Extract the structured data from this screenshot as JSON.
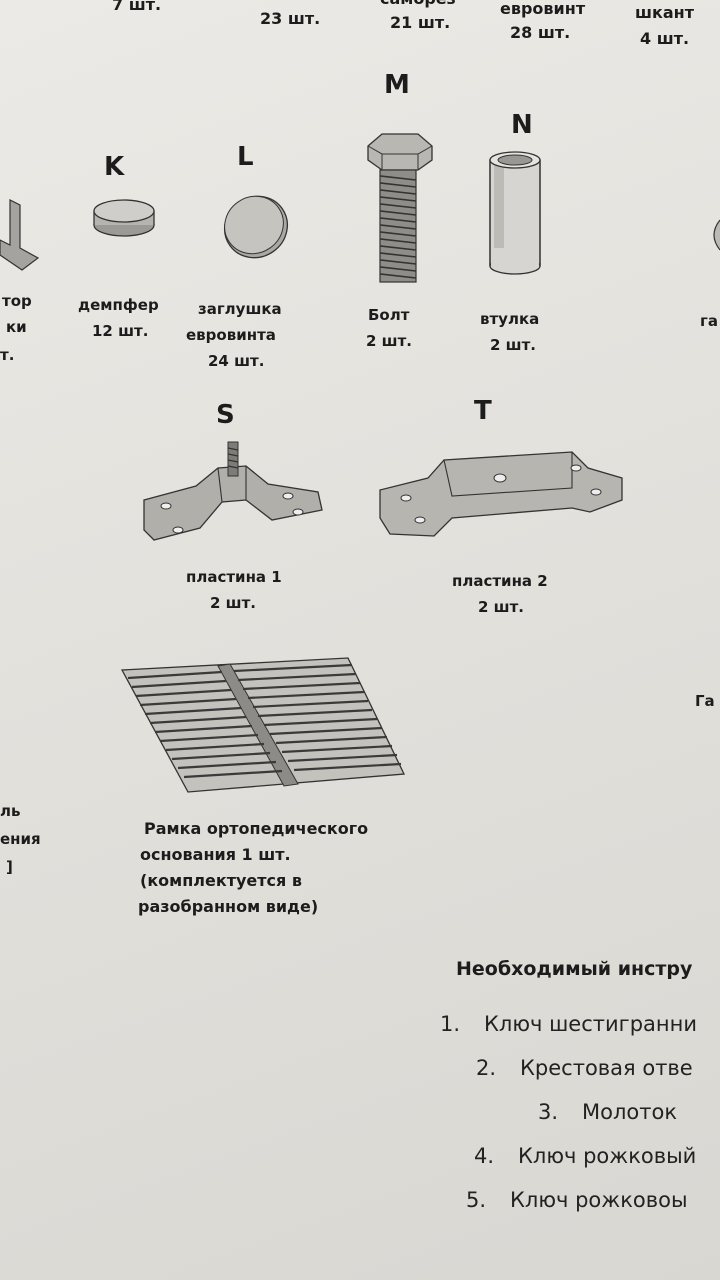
{
  "top_row": [
    {
      "qty": "7 шт."
    },
    {
      "qty": "23 шт."
    },
    {
      "name": "саморез",
      "qty": "21 шт."
    },
    {
      "name": "евровинт",
      "qty": "28 шт."
    },
    {
      "name": "шкант",
      "qty": "4 шт."
    }
  ],
  "parts": {
    "K": {
      "letter": "K",
      "name": "демпфер",
      "qty": "12 шт."
    },
    "L": {
      "letter": "L",
      "name_line1": "заглушка",
      "name_line2": "евровинта",
      "qty": "24 шт."
    },
    "M": {
      "letter": "M",
      "name": "Болт",
      "qty": "2 шт."
    },
    "N": {
      "letter": "N",
      "name": "втулка",
      "qty": "2 шт."
    },
    "S": {
      "letter": "S",
      "name": "пластина 1",
      "qty": "2 шт."
    },
    "T": {
      "letter": "T",
      "name": "пластина 2",
      "qty": "2 шт."
    }
  },
  "frame": {
    "line1": "Рамка ортопедического",
    "line2": "основания 1 шт.",
    "line3": "(комплектуется в",
    "line4": "разобранном виде)"
  },
  "left_fragments": [
    "тор",
    "ки",
    "т.",
    "ль",
    "ения",
    "]"
  ],
  "right_fragments": [
    "га",
    "Га"
  ],
  "tools": {
    "title": "Необходимый инстру",
    "items": [
      {
        "num": "1.",
        "label": "Ключ шестигранни"
      },
      {
        "num": "2.",
        "label": "Крестовая отве"
      },
      {
        "num": "3.",
        "label": "Молоток"
      },
      {
        "num": "4.",
        "label": "Ключ рожковый"
      },
      {
        "num": "5.",
        "label": "Ключ рожковоы"
      }
    ]
  }
}
